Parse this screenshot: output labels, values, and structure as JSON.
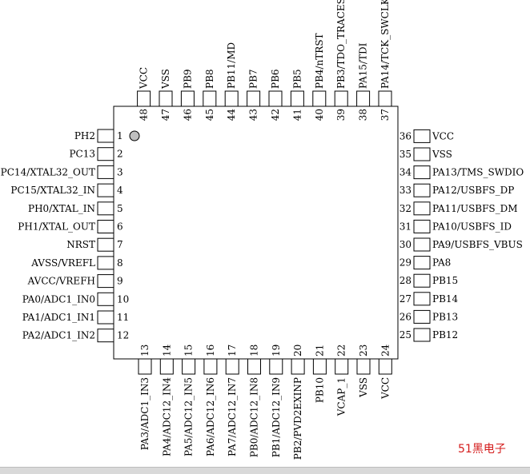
{
  "pins": {
    "left": [
      {
        "num": "1",
        "name": "PH2"
      },
      {
        "num": "2",
        "name": "PC13"
      },
      {
        "num": "3",
        "name": "PC14/XTAL32_OUT"
      },
      {
        "num": "4",
        "name": "PC15/XTAL32_IN"
      },
      {
        "num": "5",
        "name": "PH0/XTAL_IN"
      },
      {
        "num": "6",
        "name": "PH1/XTAL_OUT"
      },
      {
        "num": "7",
        "name": "NRST"
      },
      {
        "num": "8",
        "name": "AVSS/VREFL"
      },
      {
        "num": "9",
        "name": "AVCC/VREFH"
      },
      {
        "num": "10",
        "name": "PA0/ADC1_IN0"
      },
      {
        "num": "11",
        "name": "PA1/ADC1_IN1"
      },
      {
        "num": "12",
        "name": "PA2/ADC1_IN2"
      }
    ],
    "bottom": [
      {
        "num": "13",
        "name": "PA3/ADC1_IN3"
      },
      {
        "num": "14",
        "name": "PA4/ADC12_IN4"
      },
      {
        "num": "15",
        "name": "PA5/ADC12_IN5"
      },
      {
        "num": "16",
        "name": "PA6/ADC12_IN6"
      },
      {
        "num": "17",
        "name": "PA7/ADC12_IN7"
      },
      {
        "num": "18",
        "name": "PB0/ADC12_IN8"
      },
      {
        "num": "19",
        "name": "PB1/ADC12_IN9"
      },
      {
        "num": "20",
        "name": "PB2/PVD2EXINP"
      },
      {
        "num": "21",
        "name": "PB10"
      },
      {
        "num": "22",
        "name": "VCAP_1"
      },
      {
        "num": "23",
        "name": "VSS"
      },
      {
        "num": "24",
        "name": "VCC"
      }
    ],
    "right": [
      {
        "num": "25",
        "name": "PB12"
      },
      {
        "num": "26",
        "name": "PB13"
      },
      {
        "num": "27",
        "name": "PB14"
      },
      {
        "num": "28",
        "name": "PB15"
      },
      {
        "num": "29",
        "name": "PA8"
      },
      {
        "num": "30",
        "name": "PA9/USBFS_VBUS"
      },
      {
        "num": "31",
        "name": "PA10/USBFS_ID"
      },
      {
        "num": "32",
        "name": "PA11/USBFS_DM"
      },
      {
        "num": "33",
        "name": "PA12/USBFS_DP"
      },
      {
        "num": "34",
        "name": "PA13/TMS_SWDIO"
      },
      {
        "num": "35",
        "name": "VSS"
      },
      {
        "num": "36",
        "name": "VCC"
      }
    ],
    "top": [
      {
        "num": "37",
        "name": "PA14/TCK_SWCLK"
      },
      {
        "num": "38",
        "name": "PA15/TDI"
      },
      {
        "num": "39",
        "name": "PB3/TDO_TRACESWO"
      },
      {
        "num": "40",
        "name": "PB4/nTRST"
      },
      {
        "num": "41",
        "name": "PB5"
      },
      {
        "num": "42",
        "name": "PB6"
      },
      {
        "num": "43",
        "name": "PB7"
      },
      {
        "num": "44",
        "name": "PB11/MD"
      },
      {
        "num": "45",
        "name": "PB8"
      },
      {
        "num": "46",
        "name": "PB9"
      },
      {
        "num": "47",
        "name": "VSS"
      },
      {
        "num": "48",
        "name": "VCC"
      }
    ]
  },
  "watermark": "51黑电子",
  "colors": {
    "line": "#000000",
    "pin1_dot": "#bfbfbf",
    "watermark": "#d41c1c"
  }
}
